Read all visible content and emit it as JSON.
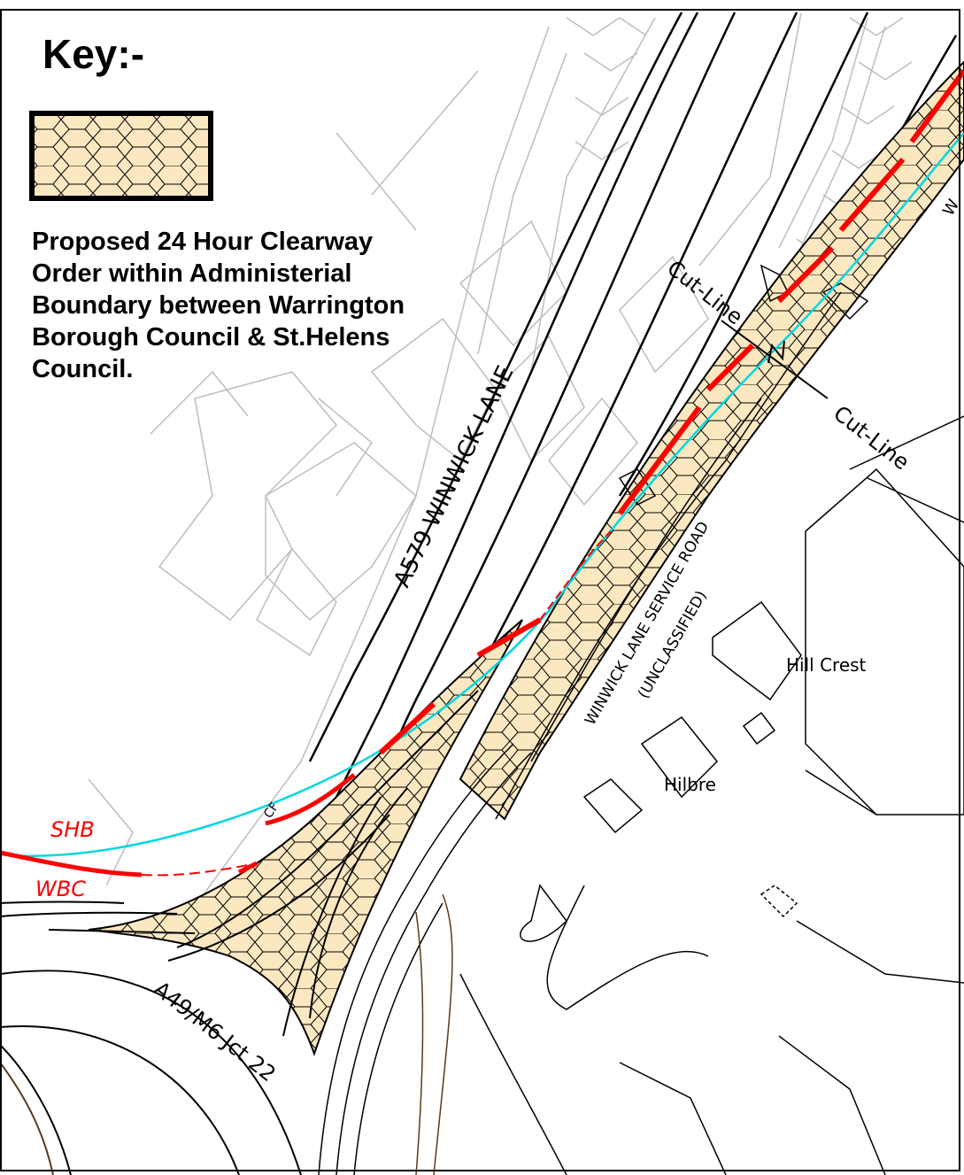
{
  "legend": {
    "title": "Key:-",
    "description": "Proposed 24 Hour Clearway\nOrder within Administerial\nBoundary between Warrington\nBorough Council & St.Helens\nCouncil.",
    "swatch_fill": "#fbe8c0",
    "swatch_pattern": "hexagon"
  },
  "labels": {
    "winwick_lane": "A579 WINWICK LANE",
    "service_road_1": "WINWICK LANE SERVICE ROAD",
    "service_road_2": "(UNCLASSIFIED)",
    "hill_crest": "Hill  Crest",
    "hilbre": "Hilbre",
    "junction": "A49/M6 Jct 22",
    "cut_line_a": "Cut-Line",
    "cut_line_b": "Cut-Line",
    "shb": "SHB",
    "wbc": "WBC",
    "cf": "CF",
    "edge_fragment": "W"
  },
  "colors": {
    "boundary_red": "#ff0000",
    "cyan_line": "#00d8e0",
    "clearway_fill": "#fbe8c0",
    "building_grey": "#bdbdbd",
    "road_black": "#000000",
    "brown_track": "#5a3a1a"
  }
}
